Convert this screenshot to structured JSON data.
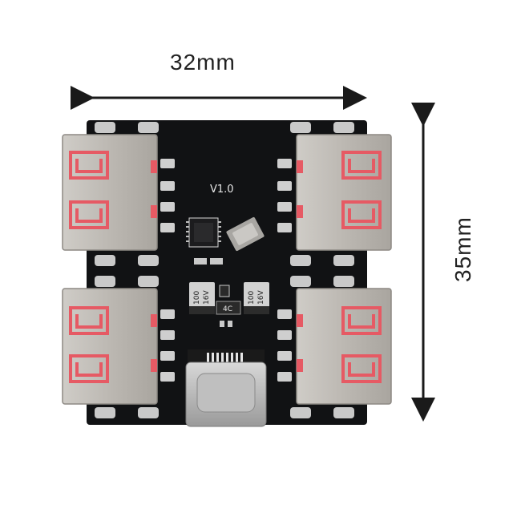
{
  "dimensions": {
    "width_label": "32mm",
    "height_label": "35mm"
  },
  "board": {
    "version_label": "V1.0",
    "capacitor_label_line1": "100",
    "capacitor_label_line2": "16V",
    "small_chip_label": "4C"
  },
  "colors": {
    "pcb": "#111214",
    "pad": "#c9c9c9",
    "usb_shell": "#bdbab5",
    "usb_contact": "#e65a64",
    "arrow": "#1a1a1a"
  }
}
